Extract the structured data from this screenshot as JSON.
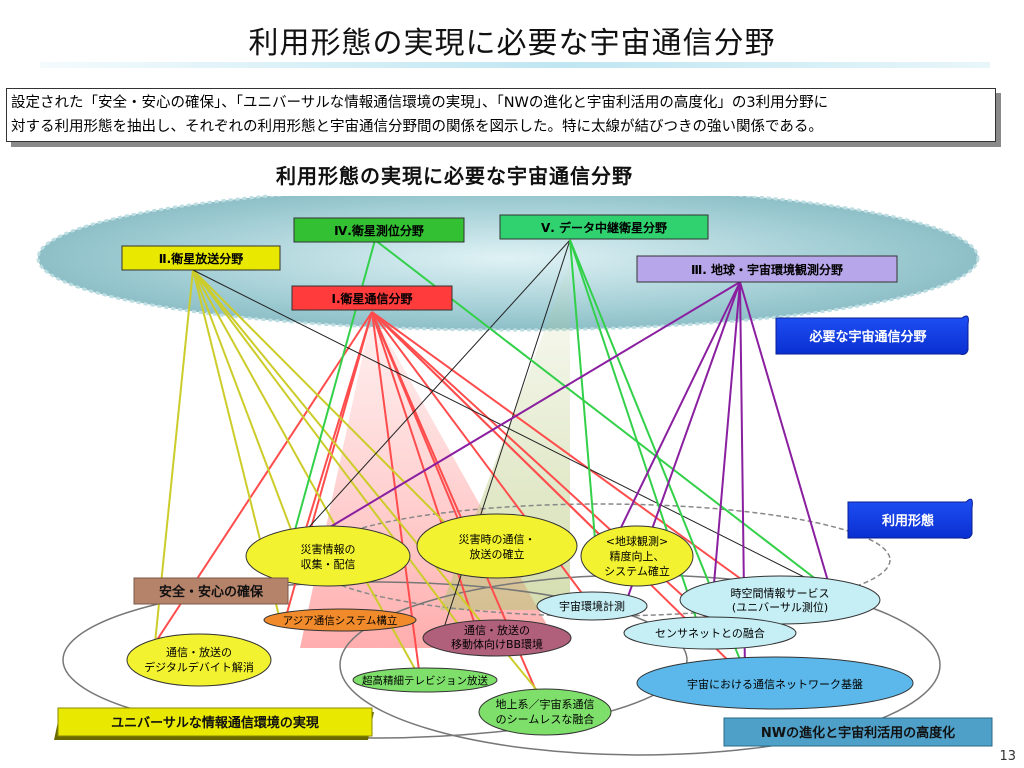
{
  "slide": {
    "title": "利用形態の実現に必要な宇宙通信分野",
    "description_line1": "設定された「安全・安心の確保」、「ユニバーサルな情報通信環境の実現」、「NWの進化と宇宙利活用の高度化」の3利用分野に",
    "description_line2": "対する利用形態を抽出し、それぞれの利用形態と宇宙通信分野間の関係を図示した。特に太線が結びつきの強い関係である。",
    "figure_title": "利用形態の実現に必要な宇宙通信分野",
    "page_number": "13"
  },
  "labels": {
    "required_fields": "必要な宇宙通信分野",
    "usage_forms": "利用形態"
  },
  "fields": [
    {
      "id": "f1",
      "label": "Ⅰ.衛星通信分野",
      "color": "#ff3b3b"
    },
    {
      "id": "f2",
      "label": "Ⅱ.衛星放送分野",
      "color": "#e8e800"
    },
    {
      "id": "f3",
      "label": "Ⅳ.衛星測位分野",
      "color": "#33c033"
    },
    {
      "id": "f4",
      "label": "Ⅴ. データ中継衛星分野",
      "color": "#2fd26f"
    },
    {
      "id": "f5",
      "label": "Ⅲ. 地球・宇宙環境観測分野",
      "color": "#b8a6ea"
    }
  ],
  "categories": [
    {
      "id": "c1",
      "label": "安全・安心の確保",
      "color": "#b5826a"
    },
    {
      "id": "c2",
      "label": "ユニバーサルな情報通信環境の実現",
      "color": "#e8e800"
    },
    {
      "id": "c3",
      "label": "NWの進化と宇宙利活用の高度化",
      "color": "#4fa0c8"
    }
  ],
  "usages": [
    {
      "id": "u1",
      "line1": "災害情報の",
      "line2": "収集・配信",
      "color": "#f2f230"
    },
    {
      "id": "u2",
      "line1": "災害時の通信・",
      "line2": "放送の確立",
      "color": "#f2f230"
    },
    {
      "id": "u3",
      "line1": "<地球観測>",
      "line2": "精度向上、",
      "line3": "システム確立",
      "color": "#f2f230"
    },
    {
      "id": "u4",
      "line1": "通信・放送の",
      "line2": "デジタルデバイト解消",
      "color": "#f2f230"
    },
    {
      "id": "u5",
      "line1": "アジア通信システム構立",
      "color": "#f08a2a"
    },
    {
      "id": "u6",
      "line1": "通信・放送の",
      "line2": "移動体向けBB環境",
      "color": "#b0607a"
    },
    {
      "id": "u7",
      "line1": "超高精細テレビジョン放送",
      "color": "#7ee06a"
    },
    {
      "id": "u8",
      "line1": "地上系／宇宙系通信",
      "line2": "のシームレスな融合",
      "color": "#7ee06a"
    },
    {
      "id": "u9",
      "line1": "宇宙環境計測",
      "color": "#c5eef5"
    },
    {
      "id": "u10",
      "line1": "時空間情報サービス",
      "line2": "(ユニバーサル測位)",
      "color": "#c5eef5"
    },
    {
      "id": "u11",
      "line1": "センサネットとの融合",
      "color": "#c5eef5"
    },
    {
      "id": "u12",
      "line1": "宇宙における通信ネットワーク基盤",
      "color": "#5cb8ea"
    }
  ]
}
